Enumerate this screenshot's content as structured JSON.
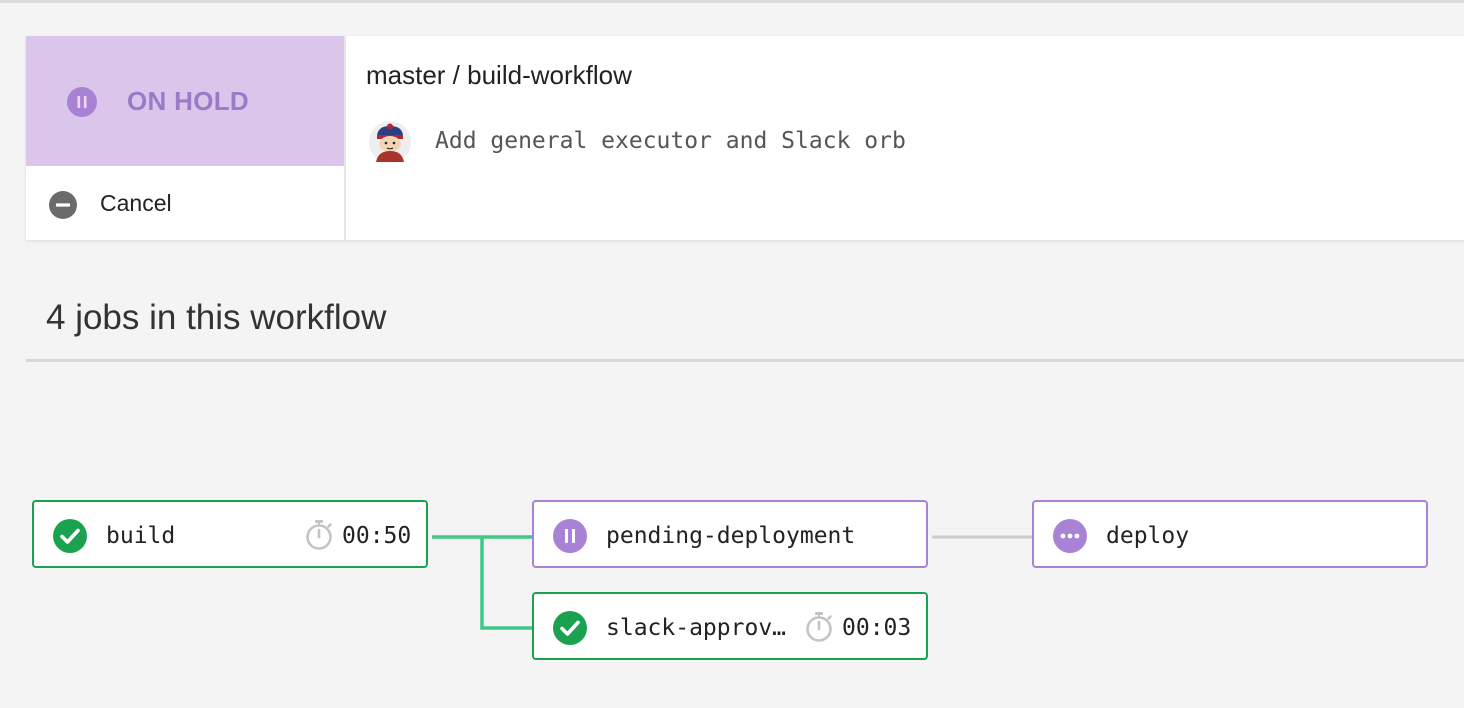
{
  "workflow": {
    "status_label": "ON HOLD",
    "cancel_label": "Cancel",
    "title": "master / build-workflow",
    "commit_message": "Add general executor and Slack orb"
  },
  "jobs_section": {
    "heading": "4 jobs in this workflow"
  },
  "jobs": [
    {
      "name": "build",
      "status": "success",
      "duration": "00:50"
    },
    {
      "name": "pending-deployment",
      "status": "on-hold",
      "duration": ""
    },
    {
      "name": "deploy",
      "status": "blocked",
      "duration": ""
    },
    {
      "name": "slack-approv…",
      "status": "success",
      "duration": "00:03"
    }
  ],
  "colors": {
    "success": "#1aa251",
    "on_hold": "#a982d6",
    "on_hold_bg": "#d9c6ea",
    "connector_success": "#3ec987",
    "connector_pending": "#cccccc"
  },
  "icons": {
    "status": "pause-circle-icon",
    "cancel": "minus-circle-icon",
    "success": "check-circle-icon",
    "on_hold": "pause-circle-icon",
    "blocked": "ellipsis-circle-icon",
    "timer": "stopwatch-icon"
  }
}
